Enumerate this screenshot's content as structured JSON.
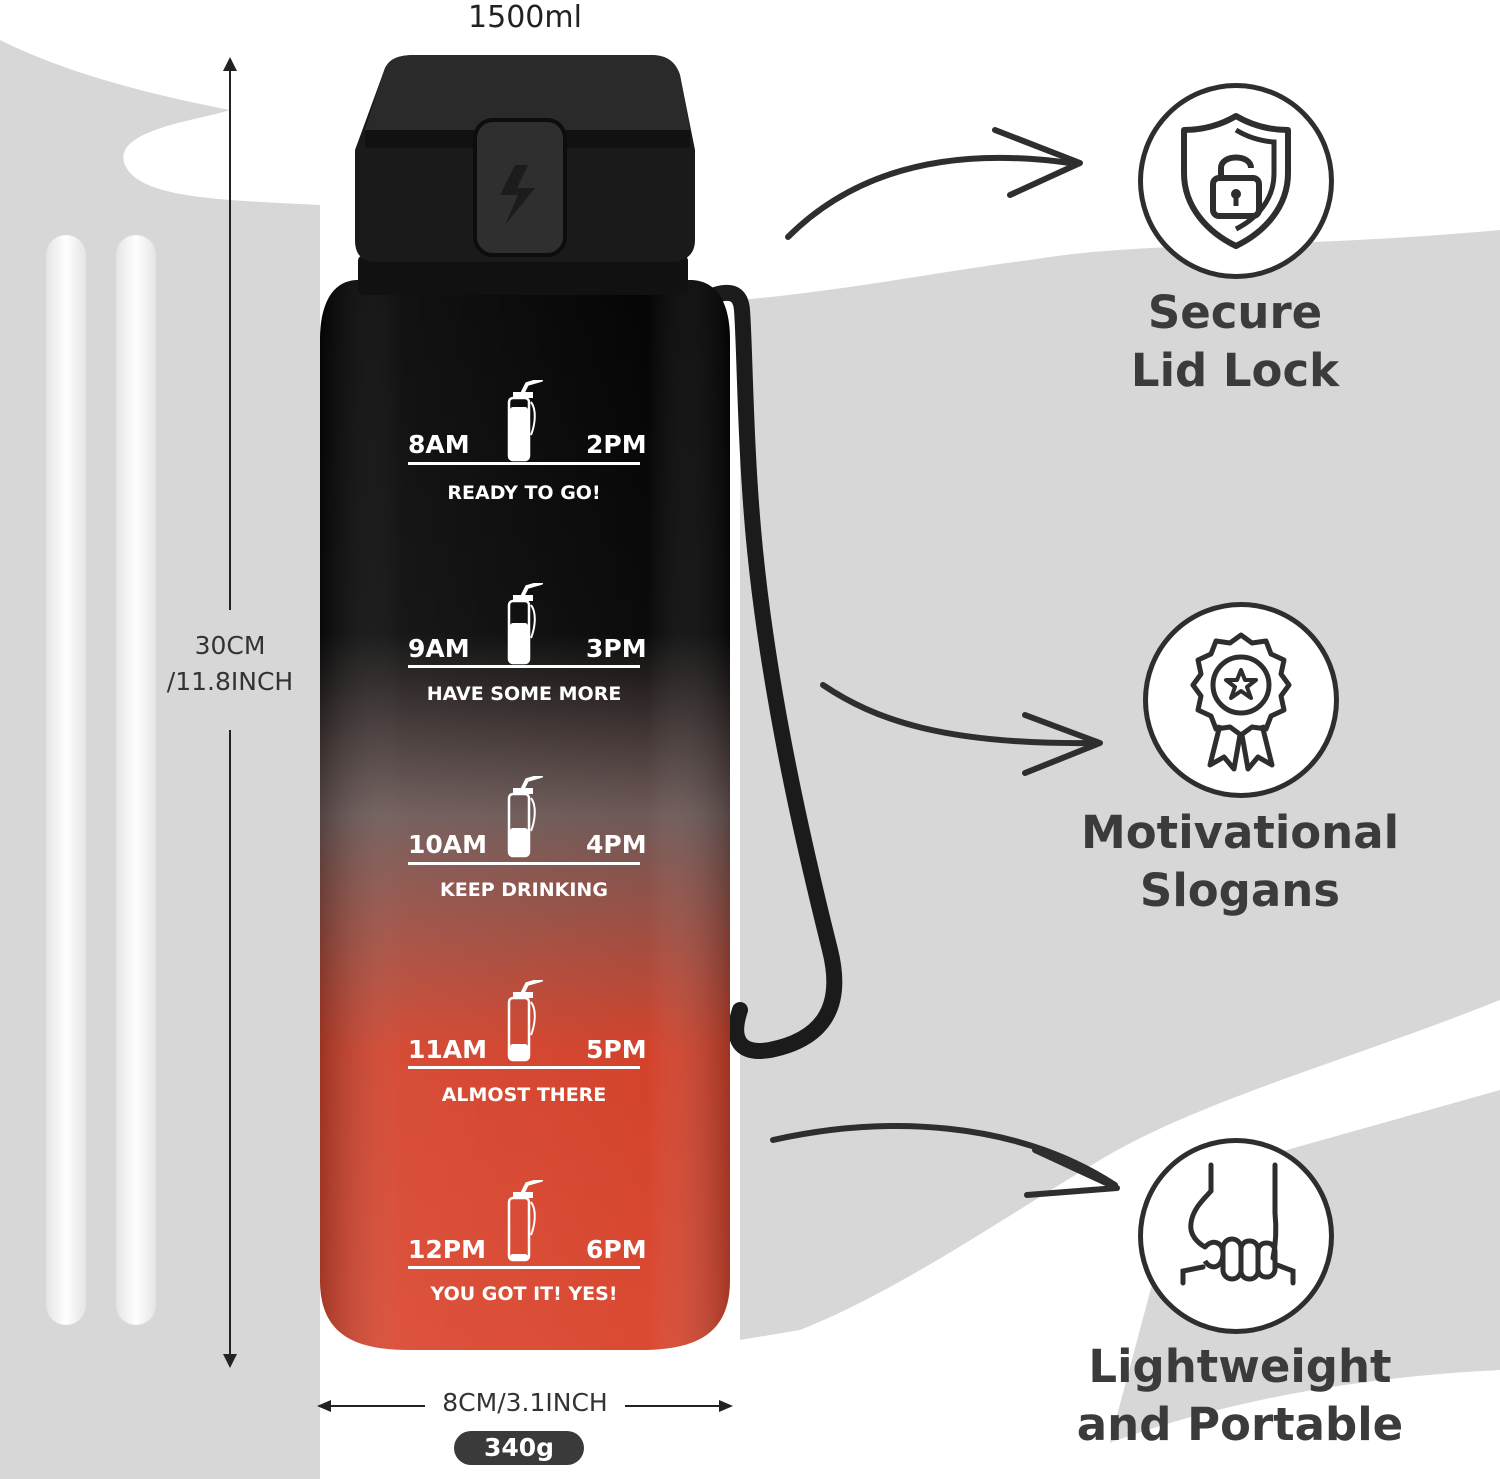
{
  "product": {
    "capacity": "1500ml",
    "height": "30CM",
    "height_inch": "/11.8INCH",
    "width": "8CM/3.1INCH",
    "weight": "340g"
  },
  "time_markers": [
    {
      "left": "8AM",
      "right": "2PM",
      "slogan": "READY TO GO!",
      "fill": 0.85
    },
    {
      "left": "9AM",
      "right": "3PM",
      "slogan": "HAVE SOME MORE",
      "fill": 0.65
    },
    {
      "left": "10AM",
      "right": "4PM",
      "slogan": "KEEP DRINKING",
      "fill": 0.45
    },
    {
      "left": "11AM",
      "right": "5PM",
      "slogan": "ALMOST THERE",
      "fill": 0.25
    },
    {
      "left": "12PM",
      "right": "6PM",
      "slogan": "YOU GOT IT! YES!",
      "fill": 0.1
    }
  ],
  "features": [
    {
      "line1": "Secure",
      "line2": "Lid Lock",
      "icon": "shield-lock-icon"
    },
    {
      "line1": "Motivational",
      "line2": "Slogans",
      "icon": "award-ribbon-icon"
    },
    {
      "line1": "Lightweight",
      "line2": "and Portable",
      "icon": "hand-grip-icon"
    }
  ],
  "colors": {
    "bottle_top": "#050505",
    "bottle_bottom": "#d9412a",
    "background_shape": "#d6d6d6",
    "text_dark": "#3b3b3b"
  }
}
